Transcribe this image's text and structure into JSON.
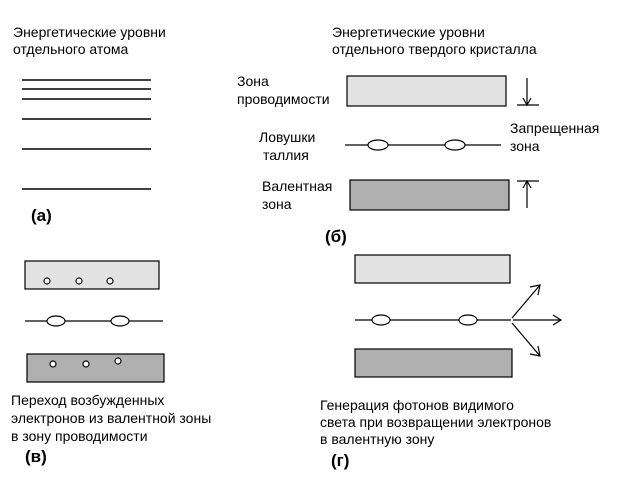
{
  "panel_a": {
    "title_line1": "Энергетические уровни",
    "title_line2": "отдельного атома",
    "label": "(а)"
  },
  "panel_b": {
    "title_line1": "Энергетические уровни",
    "title_line2": "отдельного твердого кристалла",
    "conduction_line1": "Зона",
    "conduction_line2": "проводимости",
    "traps_line1": "Ловушки",
    "traps_line2": "таллия",
    "forbidden_line1": "Запрещенная",
    "forbidden_line2": "зона",
    "valence_line1": "Валентная",
    "valence_line2": "зона",
    "label": "(б)"
  },
  "panel_v": {
    "caption_line1": "Переход возбужденных",
    "caption_line2": "электронов из валентной зоны",
    "caption_line3": "в зону проводимости",
    "label": "(в)"
  },
  "panel_g": {
    "caption_line1": "Генерация фотонов видимого",
    "caption_line2": "света при возвращении электронов",
    "caption_line3": "в валентную зону",
    "label": "(г)"
  },
  "colors": {
    "conduction_band": "#e2e2e2",
    "valence_band": "#b0b0b0",
    "stroke": "#000000"
  }
}
